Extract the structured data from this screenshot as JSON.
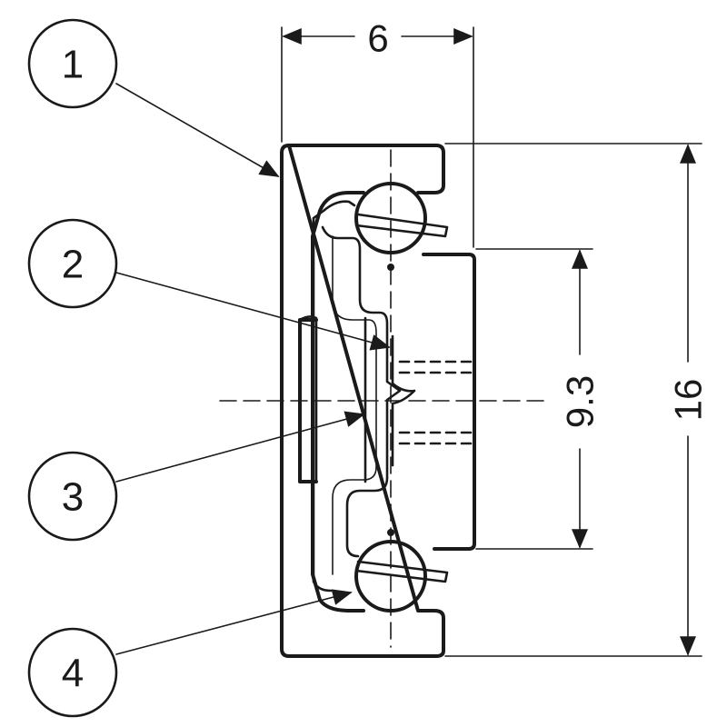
{
  "callouts": [
    {
      "label": "1"
    },
    {
      "label": "2"
    },
    {
      "label": "3"
    },
    {
      "label": "4"
    }
  ],
  "dimensions": {
    "width": "6",
    "inner_height": "9.3",
    "outer_height": "16"
  },
  "colors": {
    "line": "#1a1a1a",
    "background": "#ffffff"
  }
}
